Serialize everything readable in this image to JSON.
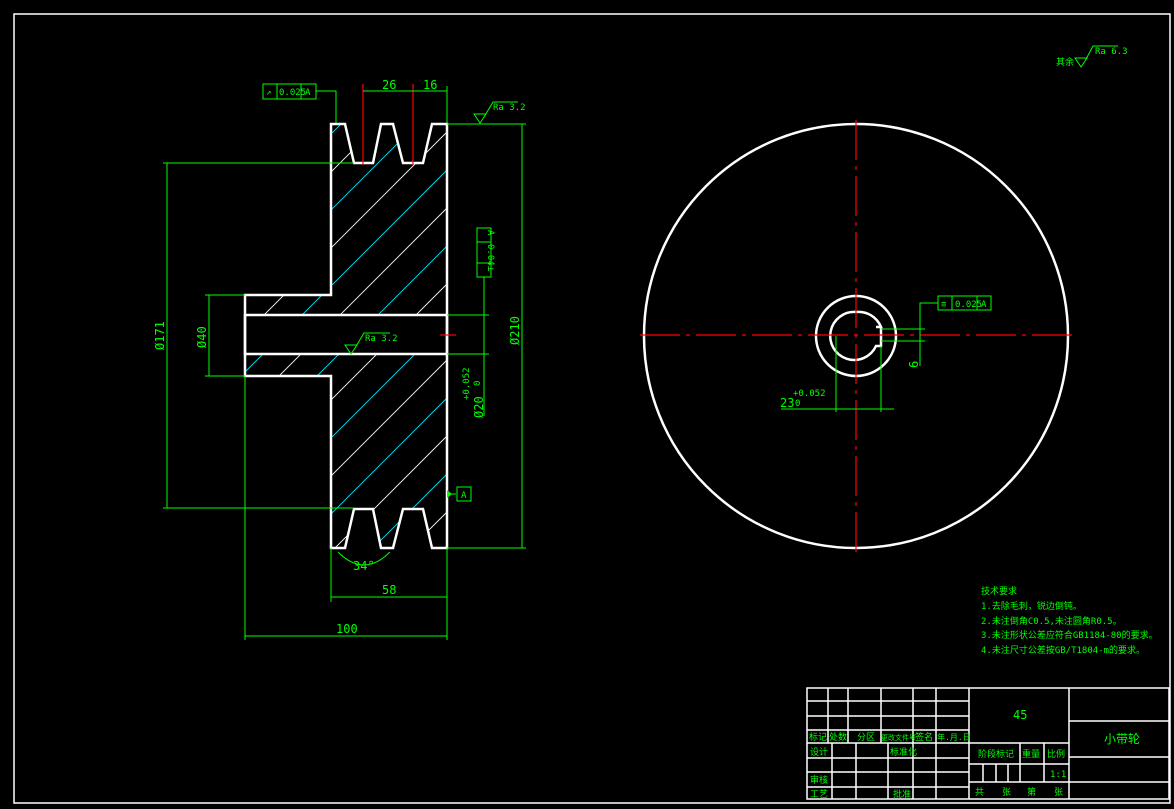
{
  "drawing": {
    "part_name": "小带轮",
    "material": "45",
    "scale": "1:1",
    "other_roughness": {
      "label": "其余",
      "value": "Ra 6.3"
    }
  },
  "section_view": {
    "runout_tolerance": {
      "symbol": "↗",
      "value": "0.025",
      "datum": "A"
    },
    "perp_tolerance": {
      "symbol": "⊥",
      "value": "0.04",
      "datum": "A"
    },
    "roughness_top": "Ra 3.2",
    "roughness_bore": "Ra 3.2",
    "dim_pitch": "26",
    "dim_edge": "16",
    "dim_d171": "Ø171",
    "dim_d40": "Ø40",
    "dim_d210": "Ø210",
    "dim_bore": "Ø20",
    "dim_bore_upper": "+0.052",
    "dim_bore_lower": "0",
    "datum_label": "A",
    "dim_angle": "34°",
    "dim_width": "58",
    "dim_length": "100"
  },
  "end_view": {
    "sym_tolerance": {
      "symbol": "≡",
      "value": "0.025",
      "datum": "A"
    },
    "dim_key_width": "6",
    "dim_key_depth": "23",
    "dim_key_upper": "+0.052",
    "dim_key_lower": "0"
  },
  "technical_requirements": {
    "title": "技术要求",
    "items": [
      "1.去除毛刺，锐边倒钝。",
      "2.未注倒角C0.5,未注圆角R0.5。",
      "3.未注形状公差应符合GB1184-80的要求。",
      "4.未注尺寸公差按GB/T1804-m的要求。"
    ]
  },
  "title_block": {
    "rev_headers": [
      "标记",
      "处数",
      "分区",
      "更改文件号",
      "签名",
      "年.月.日"
    ],
    "design": "设计",
    "standardize": "标准化",
    "review": "审核",
    "process": "工艺",
    "approve": "批准",
    "stage_mark": "阶段标记",
    "weight": "重量",
    "scale_label": "比例",
    "sheets": [
      "共",
      "张",
      "第",
      "张"
    ]
  }
}
